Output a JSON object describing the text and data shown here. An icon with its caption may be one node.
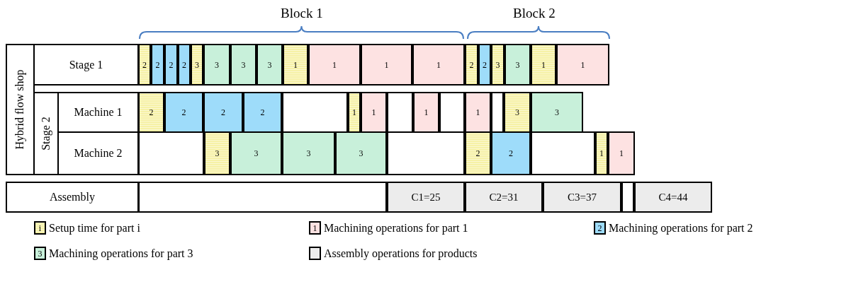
{
  "diagram": {
    "nodes": [
      {
        "text": [
          "Hybrid flow shop"
        ]
      },
      {
        "text": [
          "Stage 1"
        ]
      },
      {
        "text": [
          "2"
        ]
      },
      {
        "text": [
          "2"
        ]
      },
      {
        "text": [
          "2"
        ]
      },
      {
        "text": [
          "2"
        ]
      },
      {
        "text": [
          "3"
        ]
      },
      {
        "text": [
          "3"
        ]
      },
      {
        "text": [
          "3"
        ]
      },
      {
        "text": [
          "3"
        ]
      },
      {
        "text": [
          "1"
        ]
      },
      {
        "text": [
          "1"
        ]
      },
      {
        "text": [
          "1"
        ]
      },
      {
        "text": [
          "1"
        ]
      },
      {
        "text": [
          "2"
        ]
      },
      {
        "text": [
          "2"
        ]
      },
      {
        "text": [
          "3"
        ]
      },
      {
        "text": [
          "3"
        ]
      },
      {
        "text": [
          "1"
        ]
      },
      {
        "text": [
          "1"
        ]
      },
      {
        "text": [
          "Stage 2"
        ]
      },
      {
        "text": [
          "Machine 1"
        ]
      },
      {
        "text": [
          "2"
        ]
      },
      {
        "text": [
          "2"
        ]
      },
      {
        "text": [
          "2"
        ]
      },
      {
        "text": [
          "2"
        ]
      },
      {
        "text": [],
        "shape": "box"
      },
      {
        "text": [
          "1"
        ]
      },
      {
        "text": [
          "1"
        ]
      },
      {
        "text": [],
        "shape": "box"
      },
      {
        "text": [
          "1"
        ]
      },
      {
        "text": [],
        "shape": "box"
      },
      {
        "text": [
          "1"
        ]
      },
      {
        "text": [],
        "shape": "box"
      },
      {
        "text": [
          "3"
        ]
      },
      {
        "text": [
          "3"
        ]
      },
      {
        "text": [
          "Machine 2"
        ]
      },
      {
        "text": [],
        "shape": "box"
      },
      {
        "text": [
          "3"
        ]
      },
      {
        "text": [
          "3"
        ]
      },
      {
        "text": [
          "3"
        ]
      },
      {
        "text": [
          "3"
        ]
      },
      {
        "text": [],
        "shape": "box"
      },
      {
        "text": [
          "2"
        ]
      },
      {
        "text": [
          "2"
        ]
      },
      {
        "text": [],
        "shape": "box"
      },
      {
        "text": [
          "1"
        ]
      },
      {
        "text": [
          "1"
        ]
      },
      {
        "text": [
          "Assembly"
        ]
      },
      {
        "text": [],
        "shape": "box"
      },
      {
        "text": [
          "C1=25"
        ]
      },
      {
        "text": [
          "C2=31"
        ]
      },
      {
        "text": [
          "C3=37"
        ]
      },
      {
        "text": [],
        "shape": "box"
      },
      {
        "text": [
          "C4=44"
        ]
      }
    ],
    "labels": [
      "Block 1",
      "Block 2",
      "i",
      "1",
      "2",
      "3"
    ],
    "legend": [
      {
        "text": "Setup time for part i",
        "color": "#f6f1a6"
      },
      {
        "text": "Machining operations for part 1",
        "color": "#fde2e2"
      },
      {
        "text": "Machining operations for part 2",
        "color": "#9edcfa"
      },
      {
        "text": "Machining operations for part 3",
        "color": "#c8f0da"
      },
      {
        "text": "Assembly operations for products",
        "color": "#ececec"
      }
    ]
  }
}
